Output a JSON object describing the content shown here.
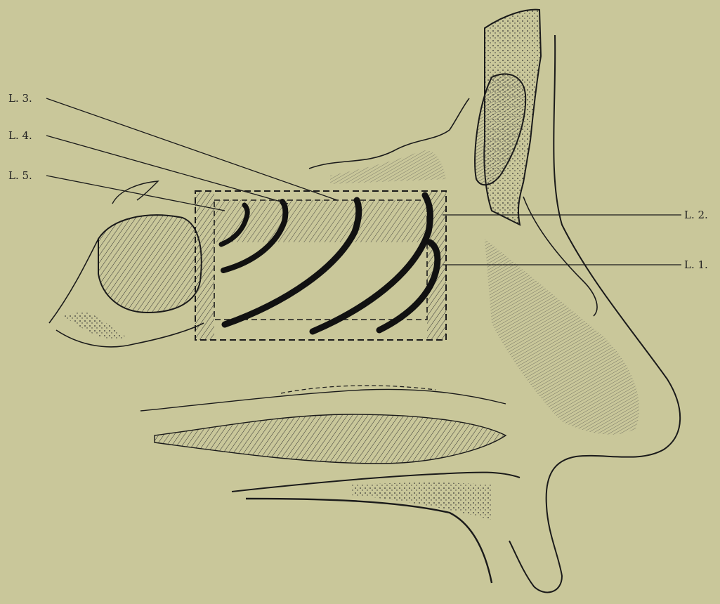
{
  "figure": {
    "background_color": "#c9c79a",
    "ink_color": "#1a1a1a",
    "labels": {
      "l1": "L. 1.",
      "l2": "L. 2.",
      "l3": "L. 3.",
      "l4": "L. 4.",
      "l5": "L. 5."
    }
  }
}
